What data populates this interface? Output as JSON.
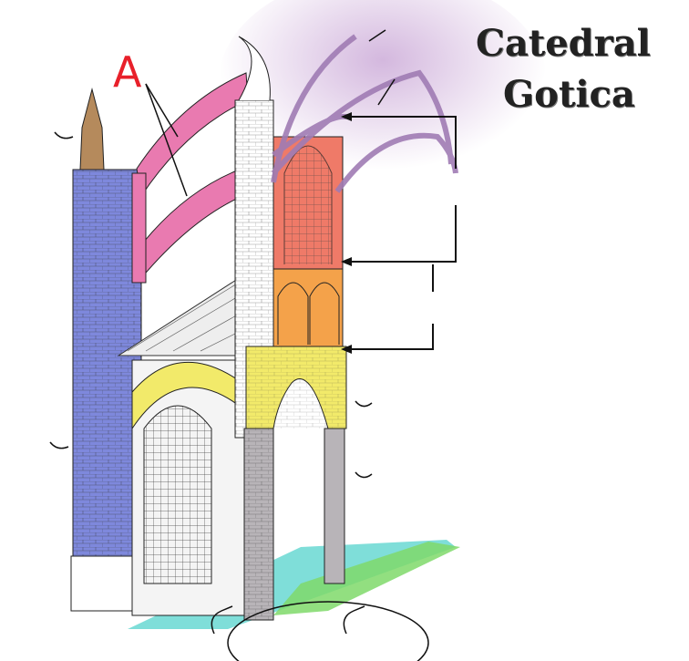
{
  "title": {
    "line1": "Catedral",
    "line2": "Gotica"
  },
  "label_a": "A",
  "colors": {
    "buttress": "#7e88dc",
    "pinnacle": "#b58a5c",
    "flying_buttress": "#e97ab0",
    "vault": "#c9a6d6",
    "clerestory": "#ef7a68",
    "triforium": "#f4a24a",
    "arcade": "#f2ea6a",
    "pillar": "#b8b4b8",
    "floor_a": "#5fd6cf",
    "floor_b": "#7fd96a",
    "label": "#e8202a"
  }
}
